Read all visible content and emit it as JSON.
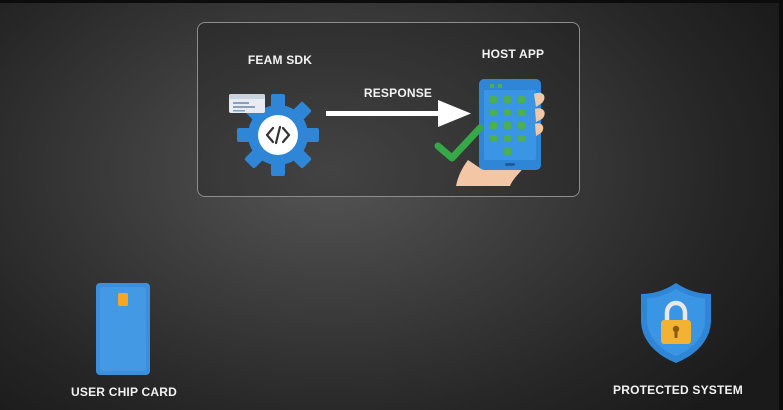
{
  "diagram": {
    "sdk_label": "FEAM SDK",
    "host_label": "HOST APP",
    "response_label": "RESPONSE",
    "chip_card_label": "USER CHIP CARD",
    "protected_label": "PROTECTED SYSTEM"
  },
  "icons": {
    "sdk": "gear-code-icon",
    "host": "phone-in-hand-icon",
    "check": "checkmark-icon",
    "card": "chip-card-icon",
    "protected": "shield-lock-icon"
  },
  "colors": {
    "accent_blue": "#2f86d6",
    "card_blue": "#3b8fdc",
    "chip_orange": "#f5a623",
    "phone_green": "#4caf50",
    "check_green": "#37a847",
    "lock_gold": "#f2b233"
  }
}
